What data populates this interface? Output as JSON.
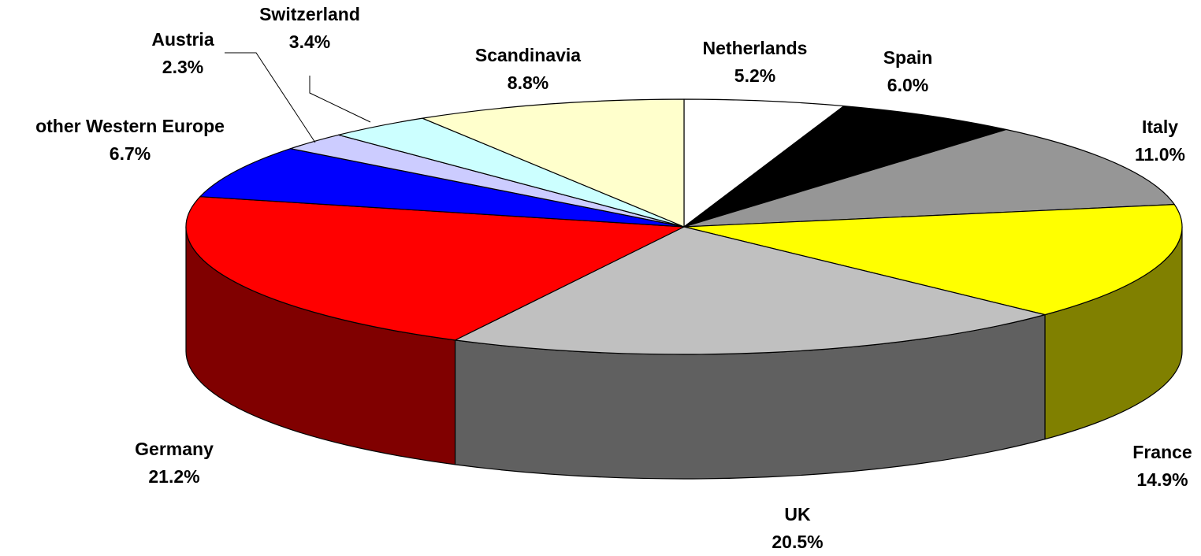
{
  "chart_data": {
    "type": "pie",
    "style": "3d",
    "categories": [
      "Netherlands",
      "Spain",
      "Italy",
      "France",
      "UK",
      "Germany",
      "other Western Europe",
      "Austria",
      "Switzerland",
      "Scandinavia"
    ],
    "values": [
      5.2,
      6.0,
      11.0,
      14.9,
      20.5,
      21.2,
      6.7,
      2.3,
      3.4,
      8.8
    ],
    "value_labels": [
      "5.2%",
      "6.0%",
      "11.0%",
      "14.9%",
      "20.5%",
      "21.2%",
      "6.7%",
      "2.3%",
      "3.4%",
      "8.8%"
    ],
    "colors": [
      "#FFFFFF",
      "#000000",
      "#969696",
      "#FFFF00",
      "#C0C0C0",
      "#FF0000",
      "#0000FF",
      "#CCCCFF",
      "#CCFFFF",
      "#FFFFCC"
    ],
    "side_colors": [
      "#808080",
      "#000000",
      "#4B4B4B",
      "#808000",
      "#606060",
      "#800000",
      "#000080",
      "#66667F",
      "#667F7F",
      "#7F7F66"
    ],
    "legend": "none",
    "title": ""
  }
}
